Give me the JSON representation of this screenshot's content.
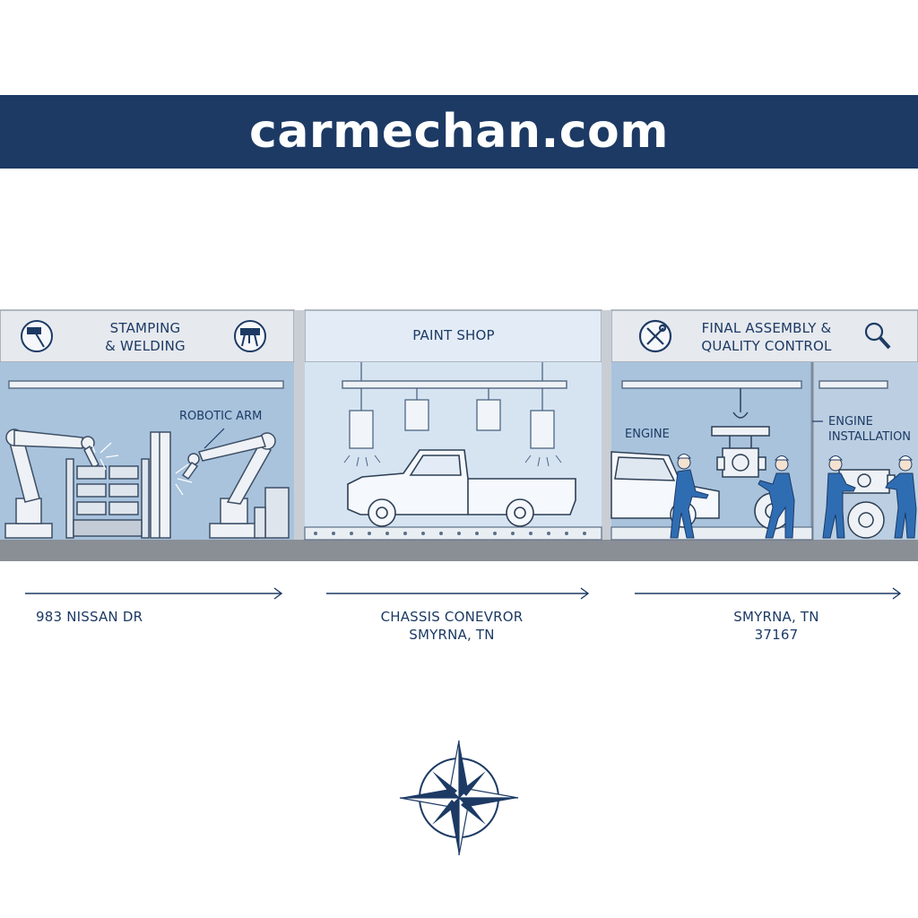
{
  "header": {
    "site": "carmechan.com"
  },
  "stations": [
    {
      "title_line1": "STAMPING",
      "title_line2": "& WELDING",
      "callout": "ROBOTIC ARM"
    },
    {
      "title_line1": "PAINT SHOP"
    },
    {
      "title_line1": "FINAL ASSEMBLY &",
      "title_line2": "QUALITY CONTROL",
      "callout_engine": "ENGINE",
      "callout_install_1": "ENGINE",
      "callout_install_2": "INSTALLATION"
    }
  ],
  "footer_labels": [
    {
      "line1": "983 NISSAN DR"
    },
    {
      "line1": "CHASSIS CONEVROR",
      "line2": "SMYRNA, TN"
    },
    {
      "line1": "SMYRNA, TN",
      "line2": "37167"
    }
  ],
  "icons": [
    "hammer-icon",
    "welding-icon",
    "tools-icon",
    "magnifier-icon",
    "compass-rose-icon"
  ],
  "colors": {
    "navy": "#1c3a64",
    "panel_blue": "#a9c3dd",
    "paint_blue": "#d6e4f2",
    "worker_blue": "#2f6db3",
    "floor_gray": "#8a8f96"
  }
}
